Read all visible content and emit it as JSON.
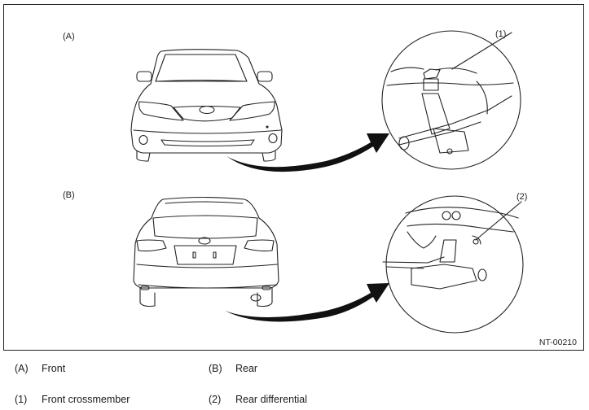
{
  "figure": {
    "id_label": "NT-00210",
    "section_labels": {
      "front": "(A)",
      "rear": "(B)"
    },
    "callouts": {
      "one": "(1)",
      "two": "(2)"
    }
  },
  "legend": [
    {
      "key": "(A)",
      "text": "Front"
    },
    {
      "key": "(B)",
      "text": "Rear"
    },
    {
      "key": "(1)",
      "text": "Front crossmember"
    },
    {
      "key": "(2)",
      "text": "Rear differential"
    }
  ]
}
